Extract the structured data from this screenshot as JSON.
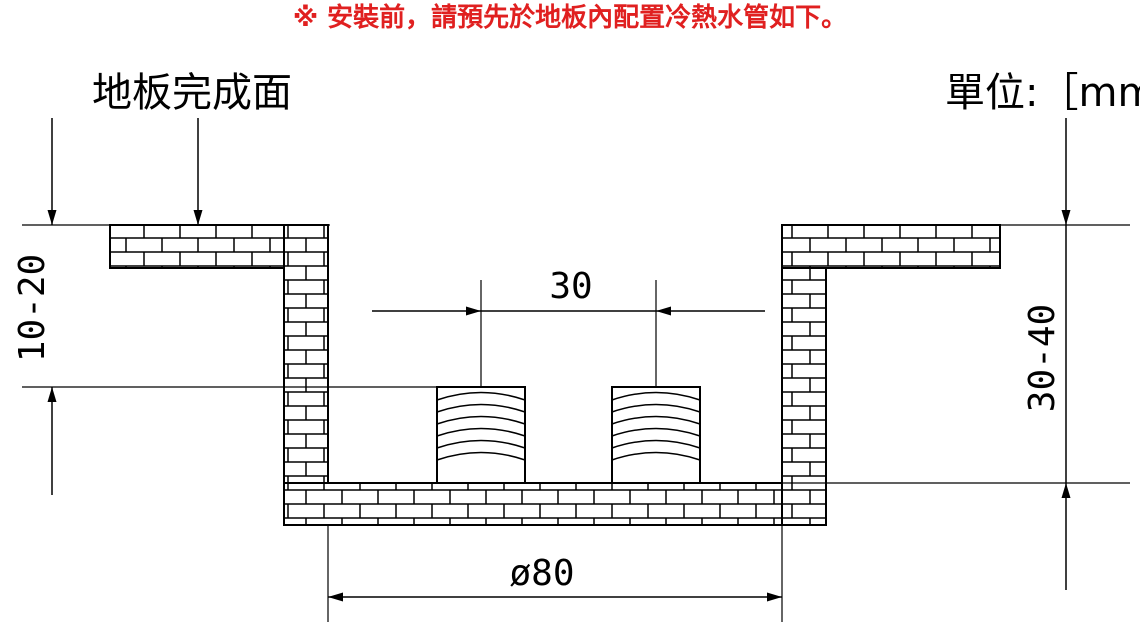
{
  "title": "※ 安裝前，請預先於地板內配置冷熱水管如下。",
  "floor_label": "地板完成面",
  "unit_label": "單位:［mm］",
  "dimensions": {
    "floor_depth": "10-20",
    "pipe_spacing": "30",
    "channel_width": "ø80",
    "pipe_depth": "30-40"
  },
  "colors": {
    "title": "#e02020",
    "line": "#000000"
  }
}
